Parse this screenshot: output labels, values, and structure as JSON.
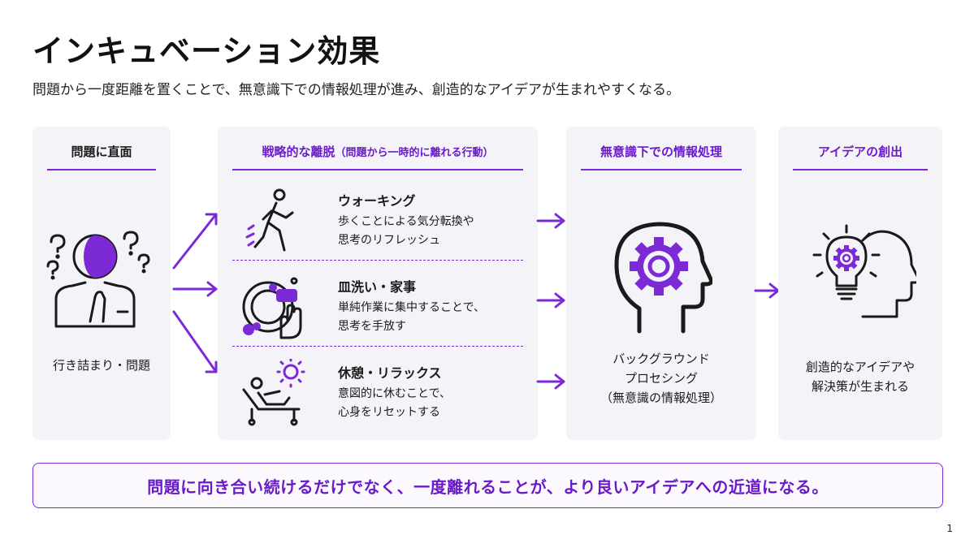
{
  "title": "インキュベーション効果",
  "subtitle": "問題から一度距離を置くことで、無意識下での情報処理が進み、創造的なアイデアが生まれやすくなる。",
  "panels": {
    "problem": {
      "heading": "問題に直面",
      "caption": "行き詰まり・問題",
      "icon": "confused-person-icon"
    },
    "detach": {
      "heading": "戦略的な離脱",
      "heading_note": "（問題から一時的に離れる行動）",
      "items": [
        {
          "title": "ウォーキング",
          "desc_line1": "歩くことによる気分転換や",
          "desc_line2": "思考のリフレッシュ",
          "icon": "walking-person-icon"
        },
        {
          "title": "皿洗い・家事",
          "desc_line1": "単純作業に集中することで、",
          "desc_line2": "思考を手放す",
          "icon": "dishwashing-icon"
        },
        {
          "title": "休憩・リラックス",
          "desc_line1": "意図的に休むことで、",
          "desc_line2": "心身をリセットする",
          "icon": "relaxing-lounger-icon"
        }
      ]
    },
    "processing": {
      "heading": "無意識下での情報処理",
      "caption_line1": "バックグラウンド",
      "caption_line2": "プロセシング",
      "caption_line3": "（無意識の情報処理）",
      "icon": "head-gear-icon"
    },
    "idea": {
      "heading": "アイデアの創出",
      "caption_line1": "創造的なアイデアや",
      "caption_line2": "解決策が生まれる",
      "icon": "lightbulb-head-icon"
    }
  },
  "banner": "問題に向き合い続けるだけでなく、一度離れることが、より良いアイデアへの近道になる。",
  "page_number": "1",
  "colors": {
    "accent": "#7b2ad6",
    "accent_text": "#6a1bc8",
    "panel_bg": "#f4f3f8"
  }
}
